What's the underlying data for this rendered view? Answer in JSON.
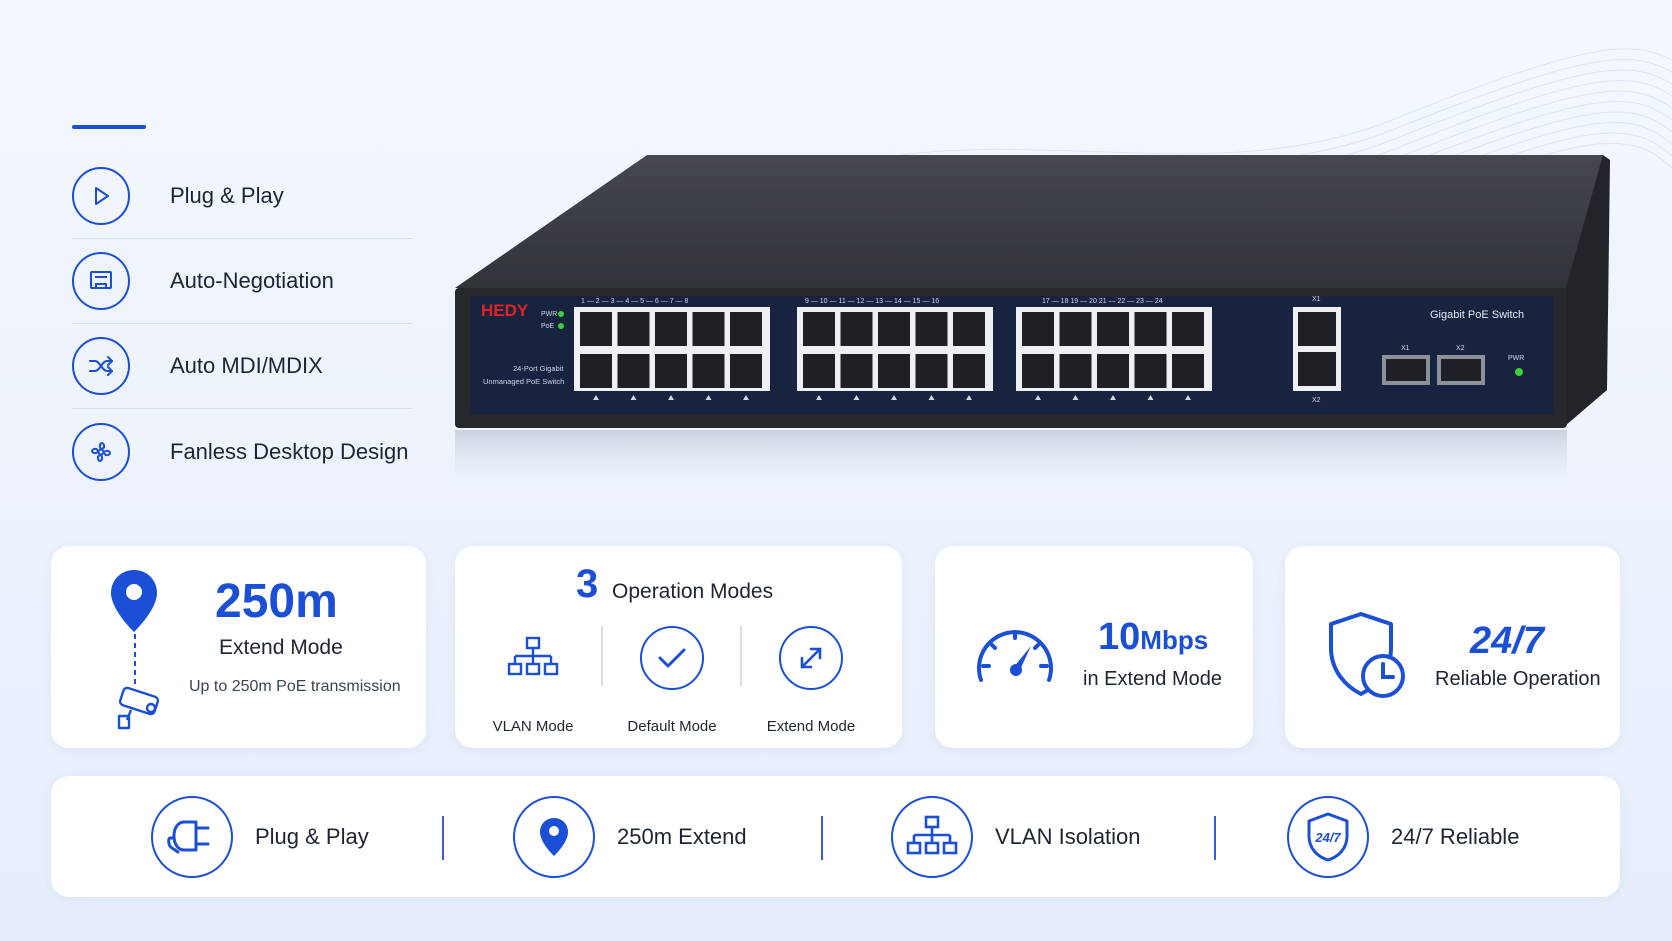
{
  "features": [
    {
      "label": "Plug & Play",
      "icon": "play-icon"
    },
    {
      "label": "Auto-Negotiation",
      "icon": "ethernet-port-icon"
    },
    {
      "label": "Auto MDI/MDIX",
      "icon": "shuffle-icon"
    },
    {
      "label": "Fanless Desktop Design",
      "icon": "fan-icon"
    }
  ],
  "device": {
    "brand": "HEDY",
    "led_pwr": "PWR",
    "led_poe": "PoE",
    "desc_line1": "24-Port Gigabit",
    "desc_line2": "Unmanaged PoE Switch",
    "model": "Gigabit PoE Switch",
    "group1": "1 — 2 — 3 — 4 — 5 — 6 — 7 — 8",
    "group2": "9 — 10 — 11 — 12 — 13 — 14 — 15 — 16",
    "group3": "17 — 18  19 — 20  21 — 22 — 23 — 24",
    "uplink_x1": "X1",
    "uplink_x2": "X2",
    "sfp_x1": "X1",
    "sfp_x2": "X2",
    "pwr": "PWR"
  },
  "cards": {
    "extend": {
      "value": "250m",
      "title": "Extend Mode",
      "sub": "Up to 250m PoE transmission"
    },
    "modes": {
      "count": "3",
      "title": "Operation Modes",
      "items": [
        "VLAN Mode",
        "Default Mode",
        "Extend Mode"
      ]
    },
    "speed": {
      "value": "10",
      "unit": "Mbps",
      "sub": "in Extend Mode"
    },
    "reliable": {
      "value": "24/7",
      "sub": "Reliable Operation"
    }
  },
  "bottom": [
    {
      "label": "Plug & Play",
      "icon": "power-plug-icon"
    },
    {
      "label": "250m Extend",
      "icon": "location-pin-icon"
    },
    {
      "label": "VLAN Isolation",
      "icon": "network-topology-icon"
    },
    {
      "label": "24/7 Reliable",
      "icon": "shield-24-7-icon",
      "badge": "24/7"
    }
  ],
  "colors": {
    "accent": "#1a4fd6",
    "device_face": "#17233f",
    "device_body": "#3a3d43",
    "brand": "#e02424",
    "led": "#3bd13b"
  }
}
